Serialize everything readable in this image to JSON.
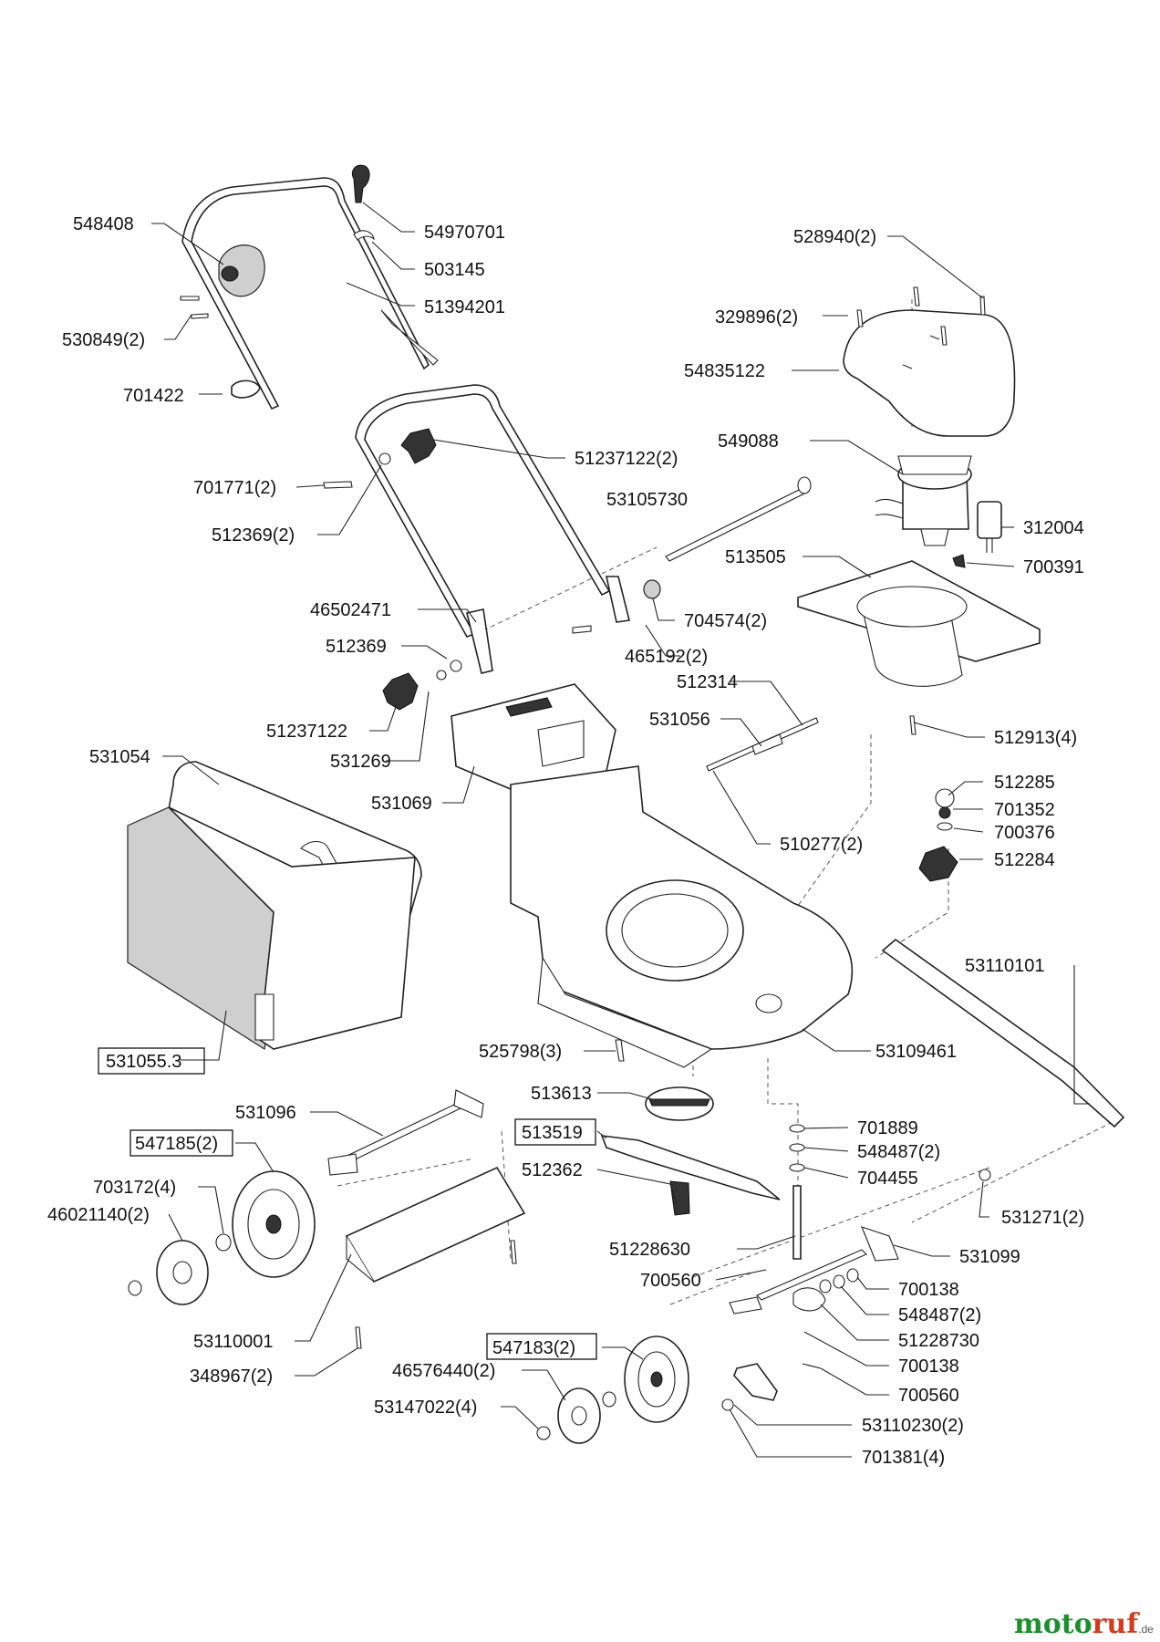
{
  "labels": {
    "l548408": "548408",
    "l54970701": "54970701",
    "l503145": "503145",
    "l51394201": "51394201",
    "l530849": "530849(2)",
    "l701422": "701422",
    "l528940": "528940(2)",
    "l329896": "329896(2)",
    "l54835122": "54835122",
    "l549088": "549088",
    "l312004": "312004",
    "l700391": "700391",
    "l51237122_2": "51237122(2)",
    "l701771": "701771(2)",
    "l53105730": "53105730",
    "l512369_2": "512369(2)",
    "l513505": "513505",
    "l46502471": "46502471",
    "l704574": "704574(2)",
    "l465192": "465192(2)",
    "l512369": "512369",
    "l512314": "512314",
    "l531056": "531056",
    "l512913": "512913(4)",
    "l51237122": "51237122",
    "l531269": "531269",
    "l531054": "531054",
    "l531069": "531069",
    "l510277": "510277(2)",
    "l512285": "512285",
    "l701352": "701352",
    "l700376": "700376",
    "l512284": "512284",
    "l53110101": "53110101",
    "l531055": "531055.3",
    "l525798": "525798(3)",
    "l53109461": "53109461",
    "l531096": "531096",
    "l513613": "513613",
    "l547185": "547185(2)",
    "l513519": "513519",
    "l701889": "701889",
    "l548487_a": "548487(2)",
    "l512362": "512362",
    "l704455": "704455",
    "l703172": "703172(4)",
    "l46021140": "46021140(2)",
    "l531271": "531271(2)",
    "l51228630": "51228630",
    "l531099": "531099",
    "l700560_a": "700560",
    "l700138_a": "700138",
    "l548487_b": "548487(2)",
    "l53110001": "53110001",
    "l547183": "547183(2)",
    "l51228730": "51228730",
    "l348967": "348967(2)",
    "l700138_b": "700138",
    "l46576440": "46576440(2)",
    "l700560_b": "700560",
    "l53147022": "53147022(4)",
    "l53110230": "53110230(2)",
    "l701381": "701381(4)"
  },
  "watermark": {
    "brand_left": "moto",
    "brand_right": "ruf",
    "tld": ".de"
  }
}
